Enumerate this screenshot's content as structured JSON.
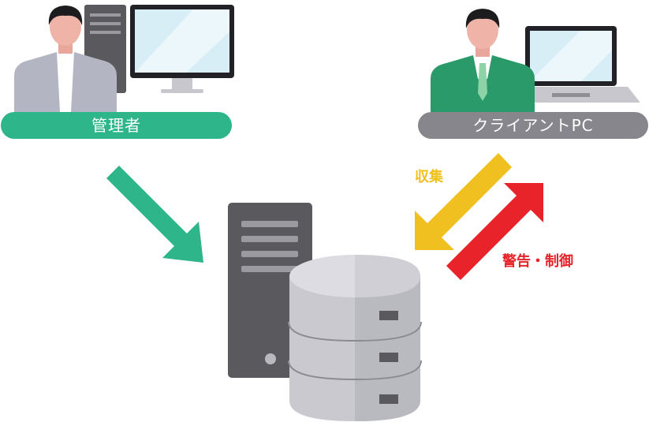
{
  "colors": {
    "green": "#2fb58a",
    "gray_pill": "#86868c",
    "yellow": "#f0c020",
    "red": "#e8232a",
    "server_dark": "#5a5a5e",
    "cylinder": "#c9c9cf"
  },
  "admin": {
    "label": "管理者",
    "icons": [
      "person-icon",
      "desktop-tower-icon",
      "monitor-icon"
    ]
  },
  "client": {
    "label": "クライアントPC",
    "icons": [
      "person-icon",
      "laptop-icon"
    ]
  },
  "arrows": {
    "collect_label": "収集",
    "warn_label": "警告・制御"
  },
  "server": {
    "icons": [
      "server-tower-icon",
      "database-icon"
    ]
  }
}
